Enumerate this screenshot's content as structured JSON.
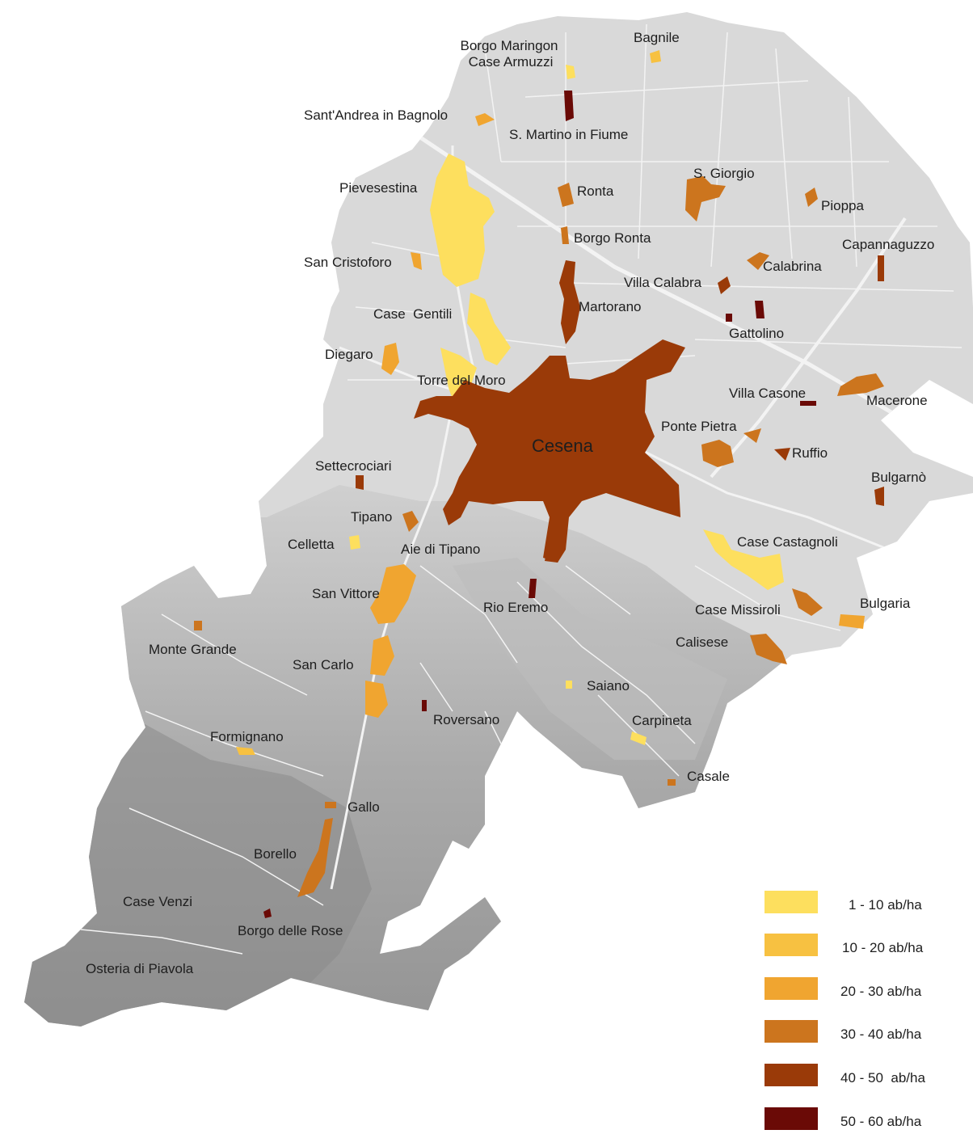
{
  "places": [
    {
      "name": "Borgo Maringon"
    },
    {
      "name": "Case Armuzzi"
    },
    {
      "name": "Bagnile"
    },
    {
      "name": "Sant'Andrea in Bagnolo"
    },
    {
      "name": "S. Martino in Fiume"
    },
    {
      "name": "Pievesestina"
    },
    {
      "name": "Ronta"
    },
    {
      "name": "S. Giorgio"
    },
    {
      "name": "Pioppa"
    },
    {
      "name": "Borgo Ronta"
    },
    {
      "name": "Capannaguzzo"
    },
    {
      "name": "San Cristoforo"
    },
    {
      "name": "Calabrina"
    },
    {
      "name": "Villa Calabra"
    },
    {
      "name": "Martorano"
    },
    {
      "name": "Case  Gentili"
    },
    {
      "name": "Gattolino"
    },
    {
      "name": "Diegaro"
    },
    {
      "name": "Torre del Moro"
    },
    {
      "name": "Villa Casone"
    },
    {
      "name": "Macerone"
    },
    {
      "name": "Ponte Pietra"
    },
    {
      "name": "Cesena"
    },
    {
      "name": "Ruffio"
    },
    {
      "name": "Settecrociari"
    },
    {
      "name": "Bulgarnò"
    },
    {
      "name": "Tipano"
    },
    {
      "name": "Celletta"
    },
    {
      "name": "Aie di Tipano"
    },
    {
      "name": "Case Castagnoli"
    },
    {
      "name": "San Vittore"
    },
    {
      "name": "Rio Eremo"
    },
    {
      "name": "Case Missiroli"
    },
    {
      "name": "Bulgaria"
    },
    {
      "name": "Monte Grande"
    },
    {
      "name": "Calisese"
    },
    {
      "name": "San Carlo"
    },
    {
      "name": "Saiano"
    },
    {
      "name": "Roversano"
    },
    {
      "name": "Carpineta"
    },
    {
      "name": "Formignano"
    },
    {
      "name": "Casale"
    },
    {
      "name": "Gallo"
    },
    {
      "name": "Borello"
    },
    {
      "name": "Case Venzi"
    },
    {
      "name": "Borgo delle Rose"
    },
    {
      "name": "Osteria di Piavola"
    }
  ],
  "legend": {
    "items": [
      {
        "label": "1 - 10 ab/ha",
        "color": "#fddf5e"
      },
      {
        "label": "10 - 20 ab/ha",
        "color": "#f7c141"
      },
      {
        "label": "20 - 30 ab/ha",
        "color": "#f0a530"
      },
      {
        "label": "30 - 40 ab/ha",
        "color": "#cc751e"
      },
      {
        "label": "40 - 50  ab/ha",
        "color": "#9a3a08"
      },
      {
        "label": "50 - 60 ab/ha",
        "color": "#6a0a06"
      }
    ]
  },
  "colors": {
    "plain": "#d9d9d9",
    "hills": "#a9a9a9",
    "roads": "#f4f4f4"
  }
}
